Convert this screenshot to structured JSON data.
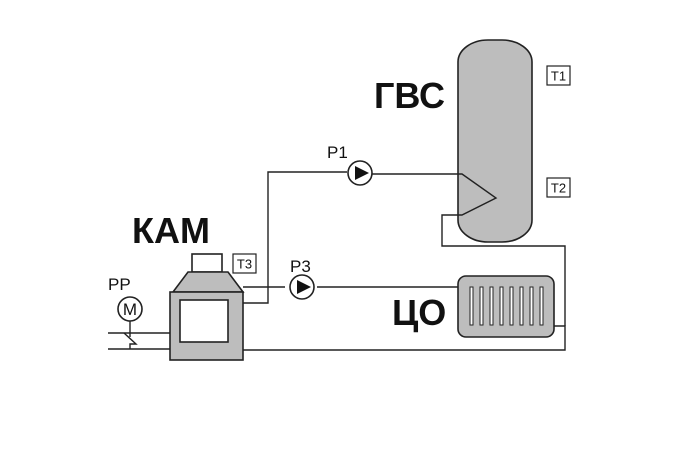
{
  "labels": {
    "hot_water": "ГВС",
    "boiler": "КАМ",
    "heating": "ЦО",
    "pump_p1": "P1",
    "pump_p3": "P3",
    "mixer": "PP",
    "mixer_motor": "M"
  },
  "sensors": {
    "t1": "T1",
    "t2": "T2",
    "t3": "T3"
  }
}
